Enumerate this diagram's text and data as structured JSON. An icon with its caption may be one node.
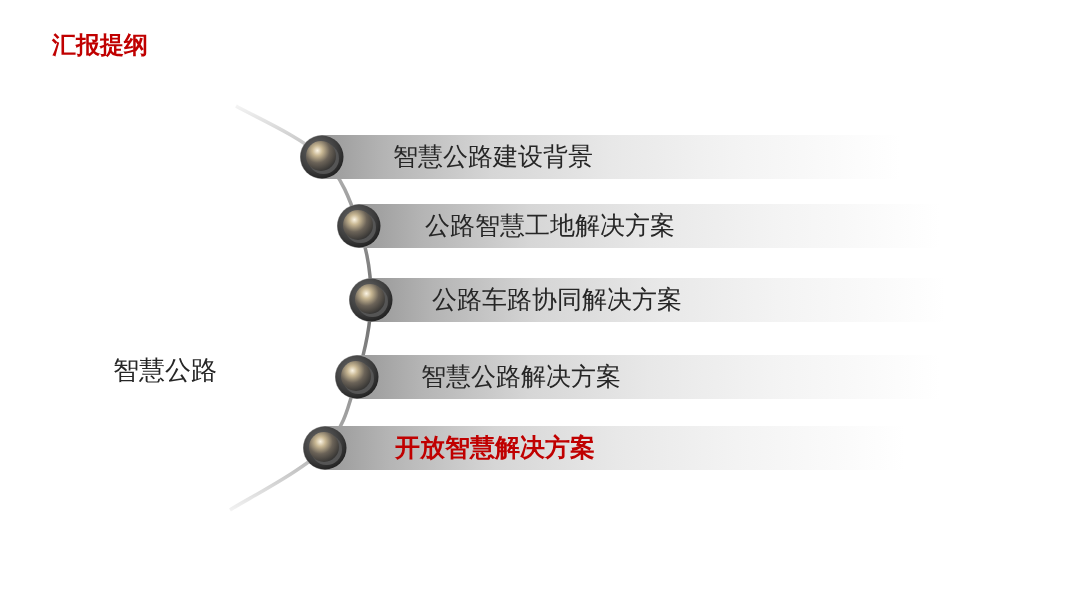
{
  "diagram": {
    "title": "汇报提纲",
    "nodes": [
      {
        "text": [
          "智慧公路建设背景"
        ]
      },
      {
        "text": [
          "公路智慧工地解决方案"
        ]
      },
      {
        "text": [
          "公路车路协同解决方案"
        ]
      },
      {
        "text": [
          "智慧公路解决方案"
        ]
      },
      {
        "text": [
          "开放智慧解决方案"
        ]
      }
    ],
    "labels": [
      "智慧公路"
    ]
  }
}
